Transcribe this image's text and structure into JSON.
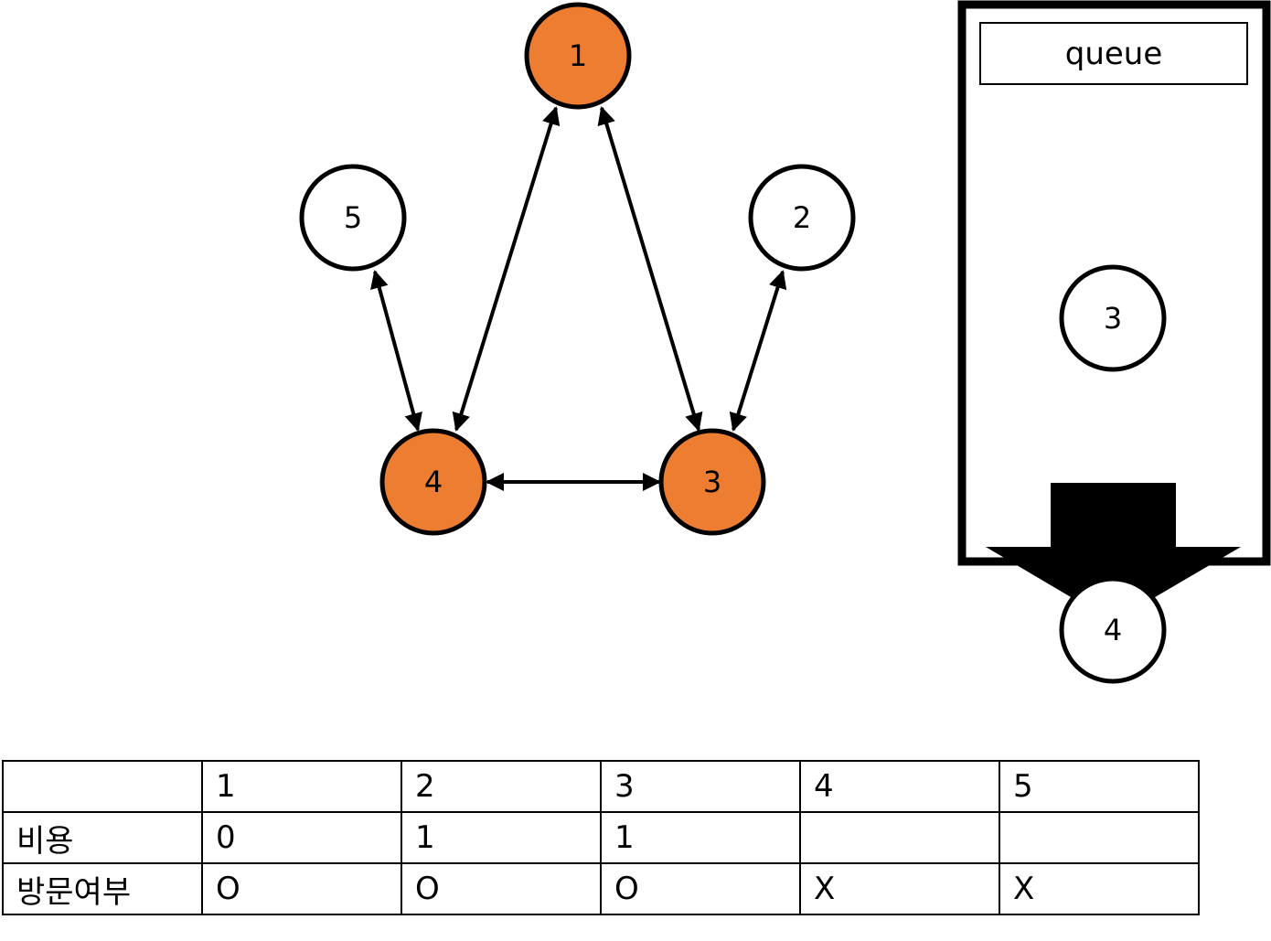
{
  "graph": {
    "nodes": [
      {
        "id": "1",
        "label": "1",
        "visited": true
      },
      {
        "id": "2",
        "label": "2",
        "visited": false
      },
      {
        "id": "3",
        "label": "3",
        "visited": true
      },
      {
        "id": "4",
        "label": "4",
        "visited": true
      },
      {
        "id": "5",
        "label": "5",
        "visited": false
      }
    ],
    "edges": [
      {
        "from": "1",
        "to": "4",
        "bidirectional": true
      },
      {
        "from": "1",
        "to": "3",
        "bidirectional": true
      },
      {
        "from": "5",
        "to": "4",
        "bidirectional": true
      },
      {
        "from": "2",
        "to": "3",
        "bidirectional": true
      },
      {
        "from": "4",
        "to": "3",
        "bidirectional": true
      }
    ]
  },
  "queue": {
    "title": "queue",
    "items": [
      "3"
    ],
    "dequeued": "4"
  },
  "colors": {
    "visited_fill": "#ED7D31",
    "unvisited_fill": "#FFFFFF",
    "stroke": "#000000"
  },
  "table": {
    "header": [
      "",
      "1",
      "2",
      "3",
      "4",
      "5"
    ],
    "rows": [
      [
        "비용",
        "0",
        "1",
        "1",
        "",
        ""
      ],
      [
        "방문여부",
        "O",
        "O",
        "O",
        "X",
        "X"
      ]
    ]
  }
}
